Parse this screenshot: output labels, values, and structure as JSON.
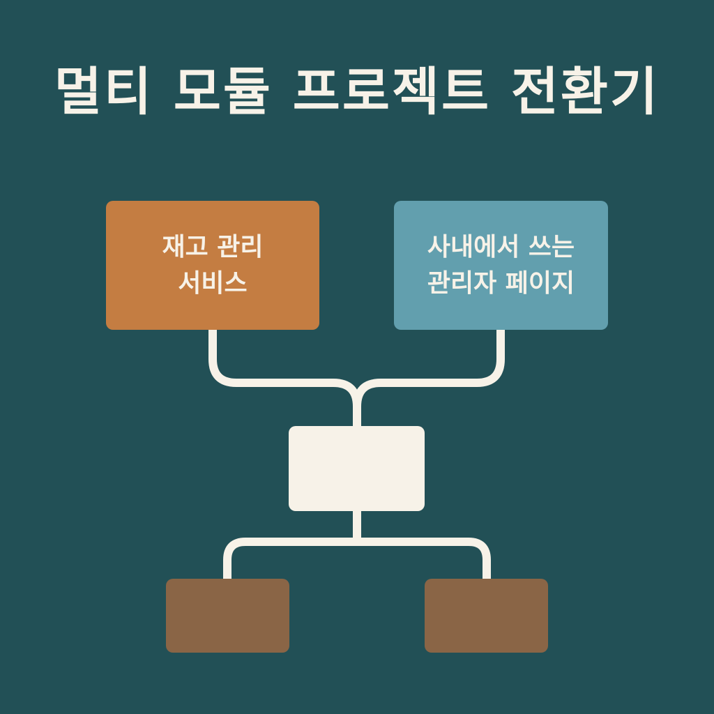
{
  "title": "멀티 모듈 프로젝트 전환기",
  "colors": {
    "background": "#225056",
    "text": "#f7f2e8",
    "connector": "#f7f2e8",
    "inventory_box": "#c47d42",
    "admin_box": "#629fae",
    "core_box": "#f7f2e8",
    "bottom_box": "#8a6546"
  },
  "diagram": {
    "top_left": {
      "label": "재고 관리\n서비스"
    },
    "top_right": {
      "label": "사내에서 쓰는\n관리자 페이지"
    },
    "center": {
      "label": ""
    },
    "bottom_left": {
      "label": ""
    },
    "bottom_right": {
      "label": ""
    }
  }
}
